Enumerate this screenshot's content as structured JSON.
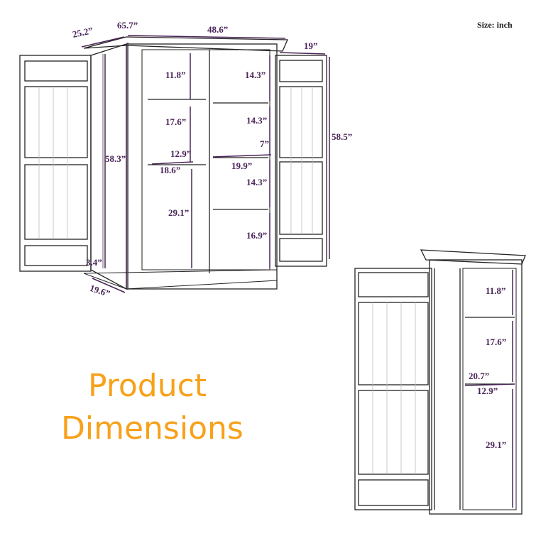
{
  "size_unit": "Size: inch",
  "title_line1": "Product",
  "title_line2": "Dimensions",
  "colors": {
    "dimension": "#4a2558",
    "title": "#f7a11a",
    "line": "#222222"
  },
  "front_view": {
    "depth_top": "25.2”",
    "height_top": "65.7”",
    "width": "48.6”",
    "door_width": "19”",
    "door_height": "58.5”",
    "left_top_shelf": "11.8”",
    "left_mid_shelf": "17.6”",
    "left_shelf_depth": "12.9”",
    "side_height": "58.3”",
    "left_shelf_width": "18.6”",
    "left_bottom": "29.1”",
    "right_shelf_1": "14.3”",
    "right_shelf_2": "14.3”",
    "right_shelf_depth": "7”",
    "right_shelf_width": "19.9”",
    "right_shelf_3": "14.3”",
    "right_bottom": "16.9”",
    "base_height": "3.4”",
    "base_depth": "19.6”"
  },
  "side_view": {
    "top_shelf": "11.8”",
    "mid_shelf": "17.6”",
    "depth": "20.7”",
    "shelf_depth": "12.9”",
    "bottom": "29.1”"
  }
}
